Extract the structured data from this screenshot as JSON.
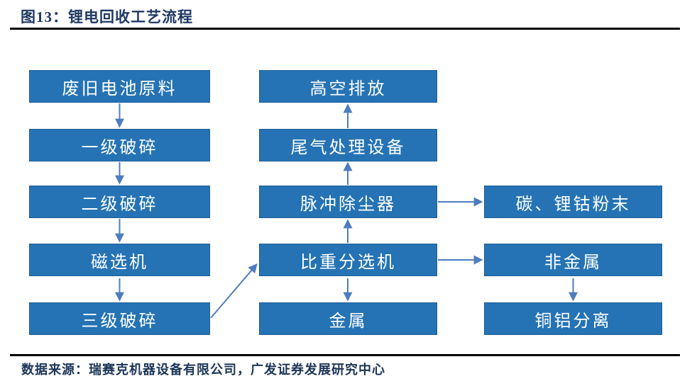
{
  "title": "图13：锂电回收工艺流程",
  "source": "数据来源：瑞赛克机器设备有限公司，广发证券发展研究中心",
  "colors": {
    "node_fill": "#2573b4",
    "node_border": "#1e5e97",
    "node_text": "#ffffff",
    "arrow": "#4e7dbe",
    "title_text": "#1f3864",
    "rule": "#000000"
  },
  "diagram": {
    "type": "flowchart",
    "nodes": {
      "waste_battery": "废旧电池原料",
      "crush_1": "一级破碎",
      "crush_2": "二级破碎",
      "magnetic_separator": "磁选机",
      "crush_3": "三级破碎",
      "high_altitude_discharge": "高空排放",
      "tail_gas_equipment": "尾气处理设备",
      "pulse_dust_collector": "脉冲除尘器",
      "gravity_separator": "比重分选机",
      "metal": "金属",
      "carbon_li_co_powder": "碳、锂钴粉末",
      "non_metal": "非金属",
      "copper_aluminum_separation": "铜铝分离"
    },
    "edges": [
      {
        "from": "waste_battery",
        "to": "crush_1"
      },
      {
        "from": "crush_1",
        "to": "crush_2"
      },
      {
        "from": "crush_2",
        "to": "magnetic_separator"
      },
      {
        "from": "magnetic_separator",
        "to": "crush_3"
      },
      {
        "from": "crush_3",
        "to": "gravity_separator"
      },
      {
        "from": "gravity_separator",
        "to": "pulse_dust_collector"
      },
      {
        "from": "pulse_dust_collector",
        "to": "tail_gas_equipment"
      },
      {
        "from": "tail_gas_equipment",
        "to": "high_altitude_discharge"
      },
      {
        "from": "gravity_separator",
        "to": "metal"
      },
      {
        "from": "pulse_dust_collector",
        "to": "carbon_li_co_powder"
      },
      {
        "from": "gravity_separator",
        "to": "non_metal"
      },
      {
        "from": "non_metal",
        "to": "copper_aluminum_separation"
      }
    ]
  }
}
